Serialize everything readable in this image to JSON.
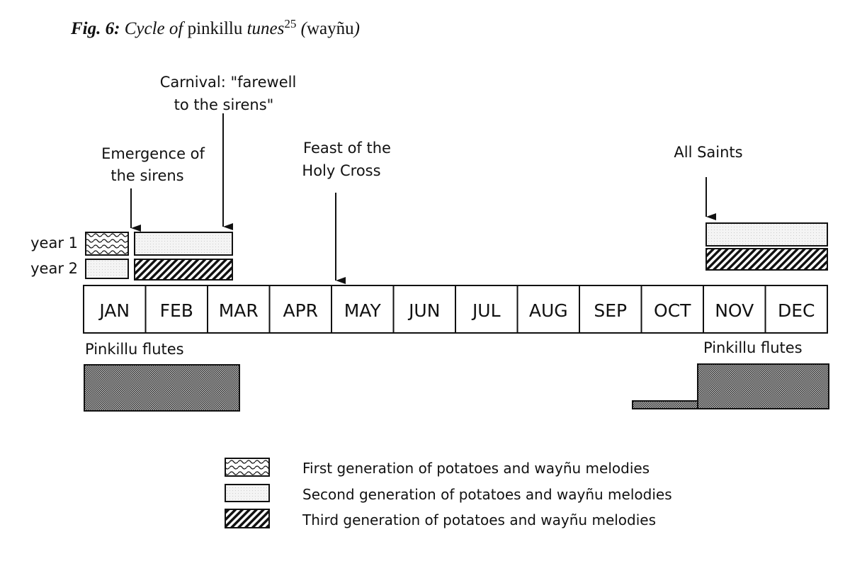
{
  "title": {
    "fig": "Fig. 6:",
    "part1": " Cycle of ",
    "part2": "pinkillu",
    "part3": " tunes",
    "sup": "25",
    "part4": " (",
    "part5": "wayñu",
    "part6": ")"
  },
  "annotations": {
    "emergence_1": "Emergence of",
    "emergence_2": "the sirens",
    "carnival_1": "Carnival: \"farewell",
    "carnival_2": "to the sirens\"",
    "feast_1": "Feast of the",
    "feast_2": "Holy Cross",
    "all_saints": "All Saints"
  },
  "rows": {
    "year1": "year 1",
    "year2": "year 2"
  },
  "months": [
    "JAN",
    "FEB",
    "MAR",
    "APR",
    "MAY",
    "JUN",
    "JUL",
    "AUG",
    "SEP",
    "OCT",
    "NOV",
    "DEC"
  ],
  "flutes": {
    "left": "Pinkillu flutes",
    "right": "Pinkillu flutes"
  },
  "legend": [
    {
      "pattern": "wavy",
      "label": "First generation of potatoes and wayñu melodies"
    },
    {
      "pattern": "light",
      "label": "Second generation of potatoes and wayñu melodies"
    },
    {
      "pattern": "hatch",
      "label": "Third generation of potatoes and wayñu melodies"
    }
  ]
}
